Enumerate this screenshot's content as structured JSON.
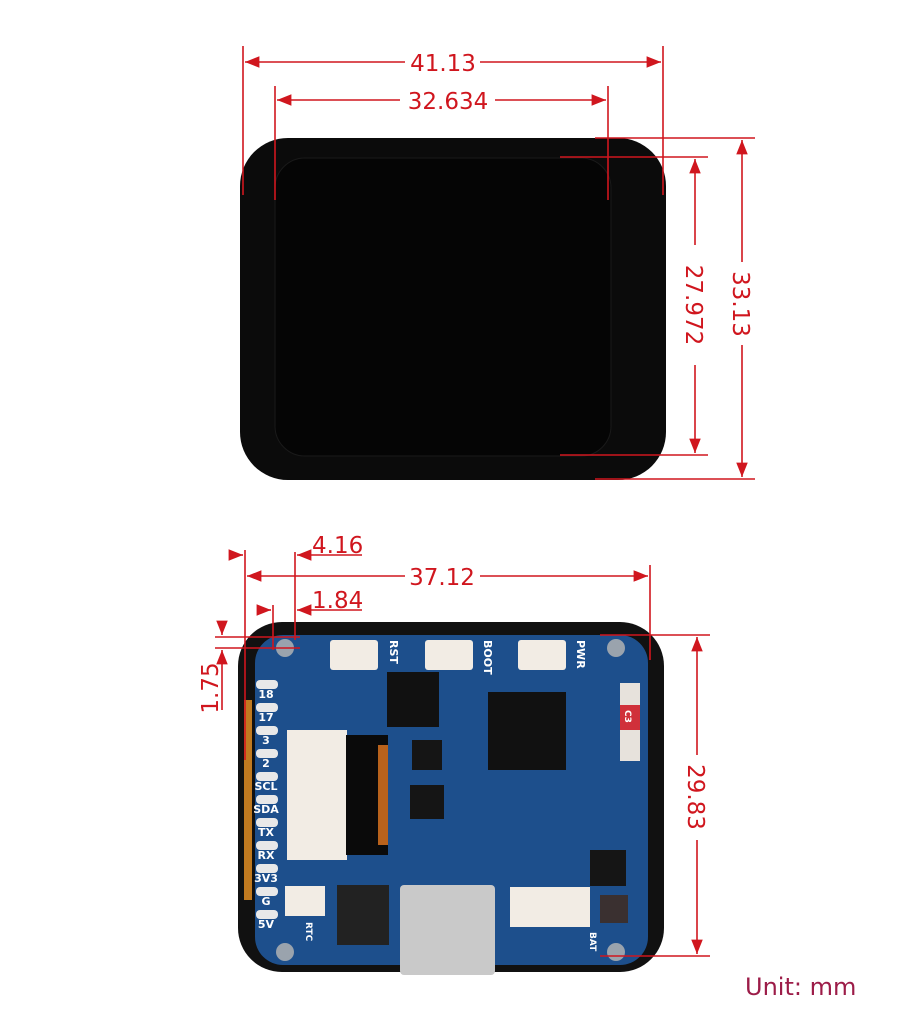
{
  "display_view": {
    "dimensions": {
      "overall_width": "41.13",
      "screen_width": "32.634",
      "overall_height": "33.13",
      "screen_height": "27.972"
    }
  },
  "board_view": {
    "dimensions": {
      "board_width": "37.12",
      "offset_outer": "4.16",
      "offset_inner": "1.84",
      "top_offset": "1.75",
      "board_height": "29.83"
    },
    "buttons": [
      "RST",
      "BOOT",
      "PWR"
    ],
    "pins": [
      "18",
      "17",
      "3",
      "2",
      "SCL",
      "SDA",
      "TX",
      "RX",
      "3V3",
      "G",
      "5V"
    ],
    "connector_labels": {
      "rtc": "RTC",
      "bat": "BAT",
      "c3": "C3"
    }
  },
  "unit_label": "Unit: mm",
  "colors": {
    "dimension": "#d0161e",
    "board": "#1d4f8c",
    "unit": "#9c1c48"
  }
}
